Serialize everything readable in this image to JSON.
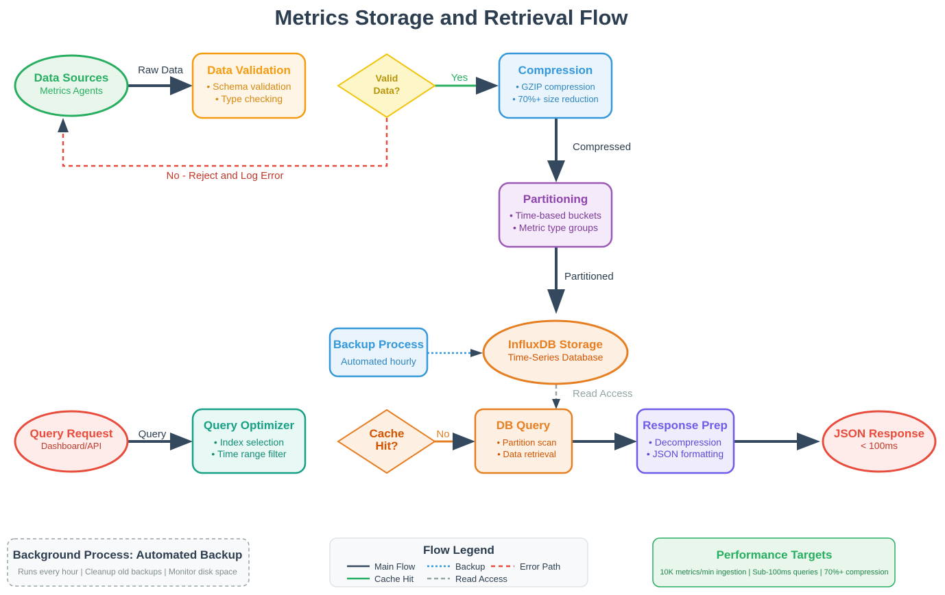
{
  "title": "Metrics Storage and Retrieval Flow",
  "nodes": {
    "data_sources": {
      "title": "Data Sources",
      "lines": [
        "Metrics Agents"
      ]
    },
    "data_validation": {
      "title": "Data Validation",
      "lines": [
        "• Schema validation",
        "• Type checking"
      ]
    },
    "valid_data": {
      "lines": [
        "Valid",
        "Data?"
      ]
    },
    "compression": {
      "title": "Compression",
      "lines": [
        "• GZIP compression",
        "• 70%+ size reduction"
      ]
    },
    "partitioning": {
      "title": "Partitioning",
      "lines": [
        "• Time-based buckets",
        "• Metric type groups"
      ]
    },
    "influxdb": {
      "title": "InfluxDB Storage",
      "lines": [
        "Time-Series Database"
      ]
    },
    "backup": {
      "title": "Backup Process",
      "lines": [
        "Automated hourly"
      ]
    },
    "query_request": {
      "title": "Query Request",
      "lines": [
        "Dashboard/API"
      ]
    },
    "query_optimizer": {
      "title": "Query Optimizer",
      "lines": [
        "• Index selection",
        "• Time range filter"
      ]
    },
    "cache_hit": {
      "lines": [
        "Cache",
        "Hit?"
      ]
    },
    "db_query": {
      "title": "DB Query",
      "lines": [
        "• Partition scan",
        "• Data retrieval"
      ]
    },
    "response_prep": {
      "title": "Response Prep",
      "lines": [
        "• Decompression",
        "• JSON formatting"
      ]
    },
    "json_response": {
      "title": "JSON Response",
      "lines": [
        "< 100ms"
      ]
    }
  },
  "edges": {
    "raw_data": "Raw Data",
    "yes": "Yes",
    "reject": "No - Reject and Log Error",
    "compressed": "Compressed",
    "partitioned": "Partitioned",
    "read_access": "Read Access",
    "query": "Query",
    "no": "No"
  },
  "footer": {
    "background": {
      "title": "Background Process: Automated Backup",
      "text": "Runs every hour | Cleanup old backups | Monitor disk space"
    },
    "legend": {
      "title": "Flow Legend",
      "items": [
        "Main Flow",
        "Backup",
        "Error Path",
        "Cache Hit",
        "Read Access"
      ]
    },
    "performance": {
      "title": "Performance Targets",
      "text": "10K metrics/min ingestion | Sub-100ms queries | 70%+ compression"
    }
  },
  "colors": {
    "main_flow": "#34495e",
    "green": "#27ae60",
    "orange": "#f39c12",
    "blue": "#3498db",
    "purple": "#8e44ad",
    "influx_orange": "#e67e22",
    "red": "#e74c3c",
    "teal": "#16a085",
    "indigo": "#6c5ce7",
    "gray": "#95a5a6"
  }
}
